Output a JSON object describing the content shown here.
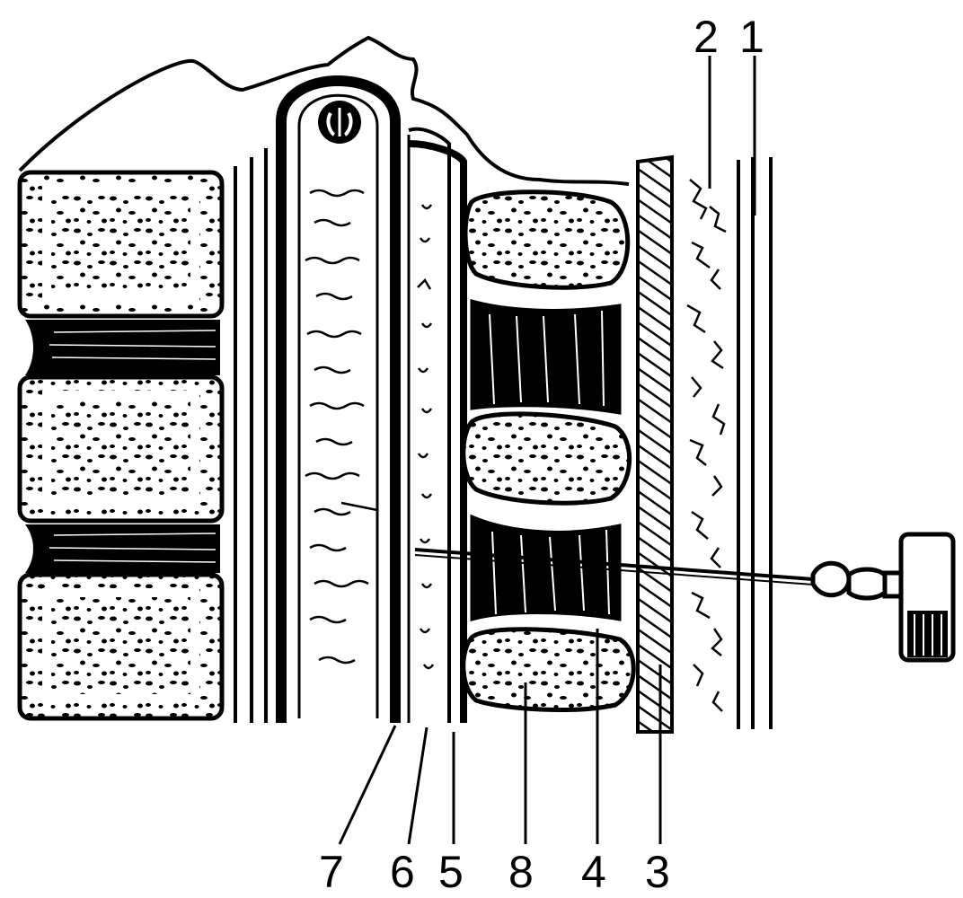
{
  "colors": {
    "ink": "#000000",
    "paper": "#ffffff"
  },
  "labels": {
    "l1": "1",
    "l2": "2",
    "l3": "3",
    "l4": "4",
    "l5": "5",
    "l6": "6",
    "l7": "7",
    "l8": "8"
  }
}
